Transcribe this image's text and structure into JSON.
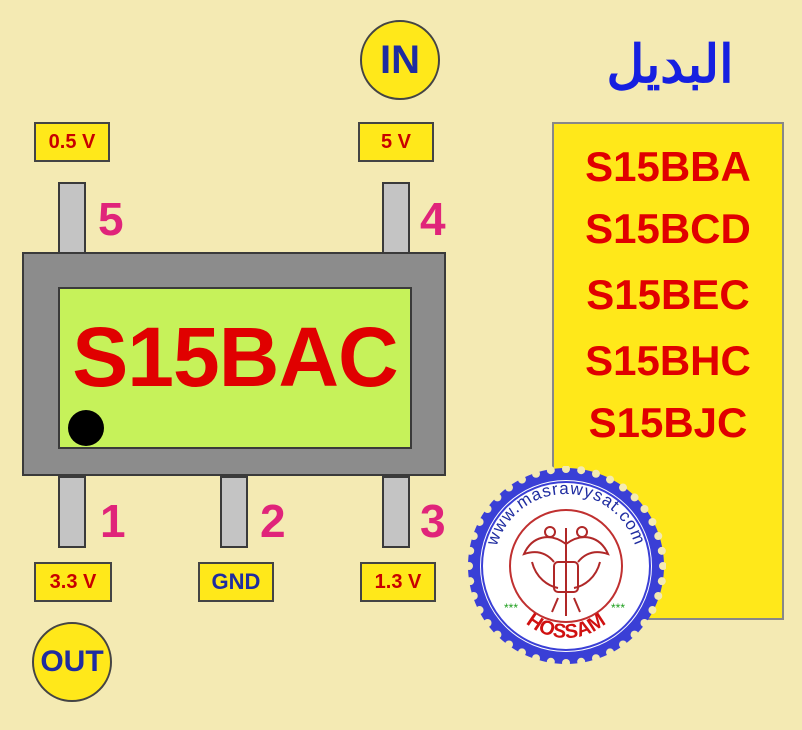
{
  "chip": {
    "marking": "S15BAC"
  },
  "pins": [
    {
      "number": "1",
      "voltage": "3.3 V"
    },
    {
      "number": "2",
      "voltage": "GND"
    },
    {
      "number": "3",
      "voltage": "1.3 V"
    },
    {
      "number": "4",
      "voltage": "5 V"
    },
    {
      "number": "5",
      "voltage": "0.5 V"
    }
  ],
  "labels": {
    "in": "IN",
    "out": "OUT"
  },
  "alternatives": {
    "title": "البديل",
    "items": [
      "S15BBA",
      "S15BCD",
      "S15BEC",
      "S15BHC",
      "S15BJC"
    ]
  },
  "stamp": {
    "url": "www.masrawysat.com",
    "name": "HOSSAM",
    "stars": "***"
  },
  "colors": {
    "background": "#f4eab3",
    "chip_face": "#c6f25a",
    "marking": "#e00000",
    "pin_number": "#e0247a",
    "label_blue": "#1f2ca0",
    "yellow": "#ffe81a"
  }
}
